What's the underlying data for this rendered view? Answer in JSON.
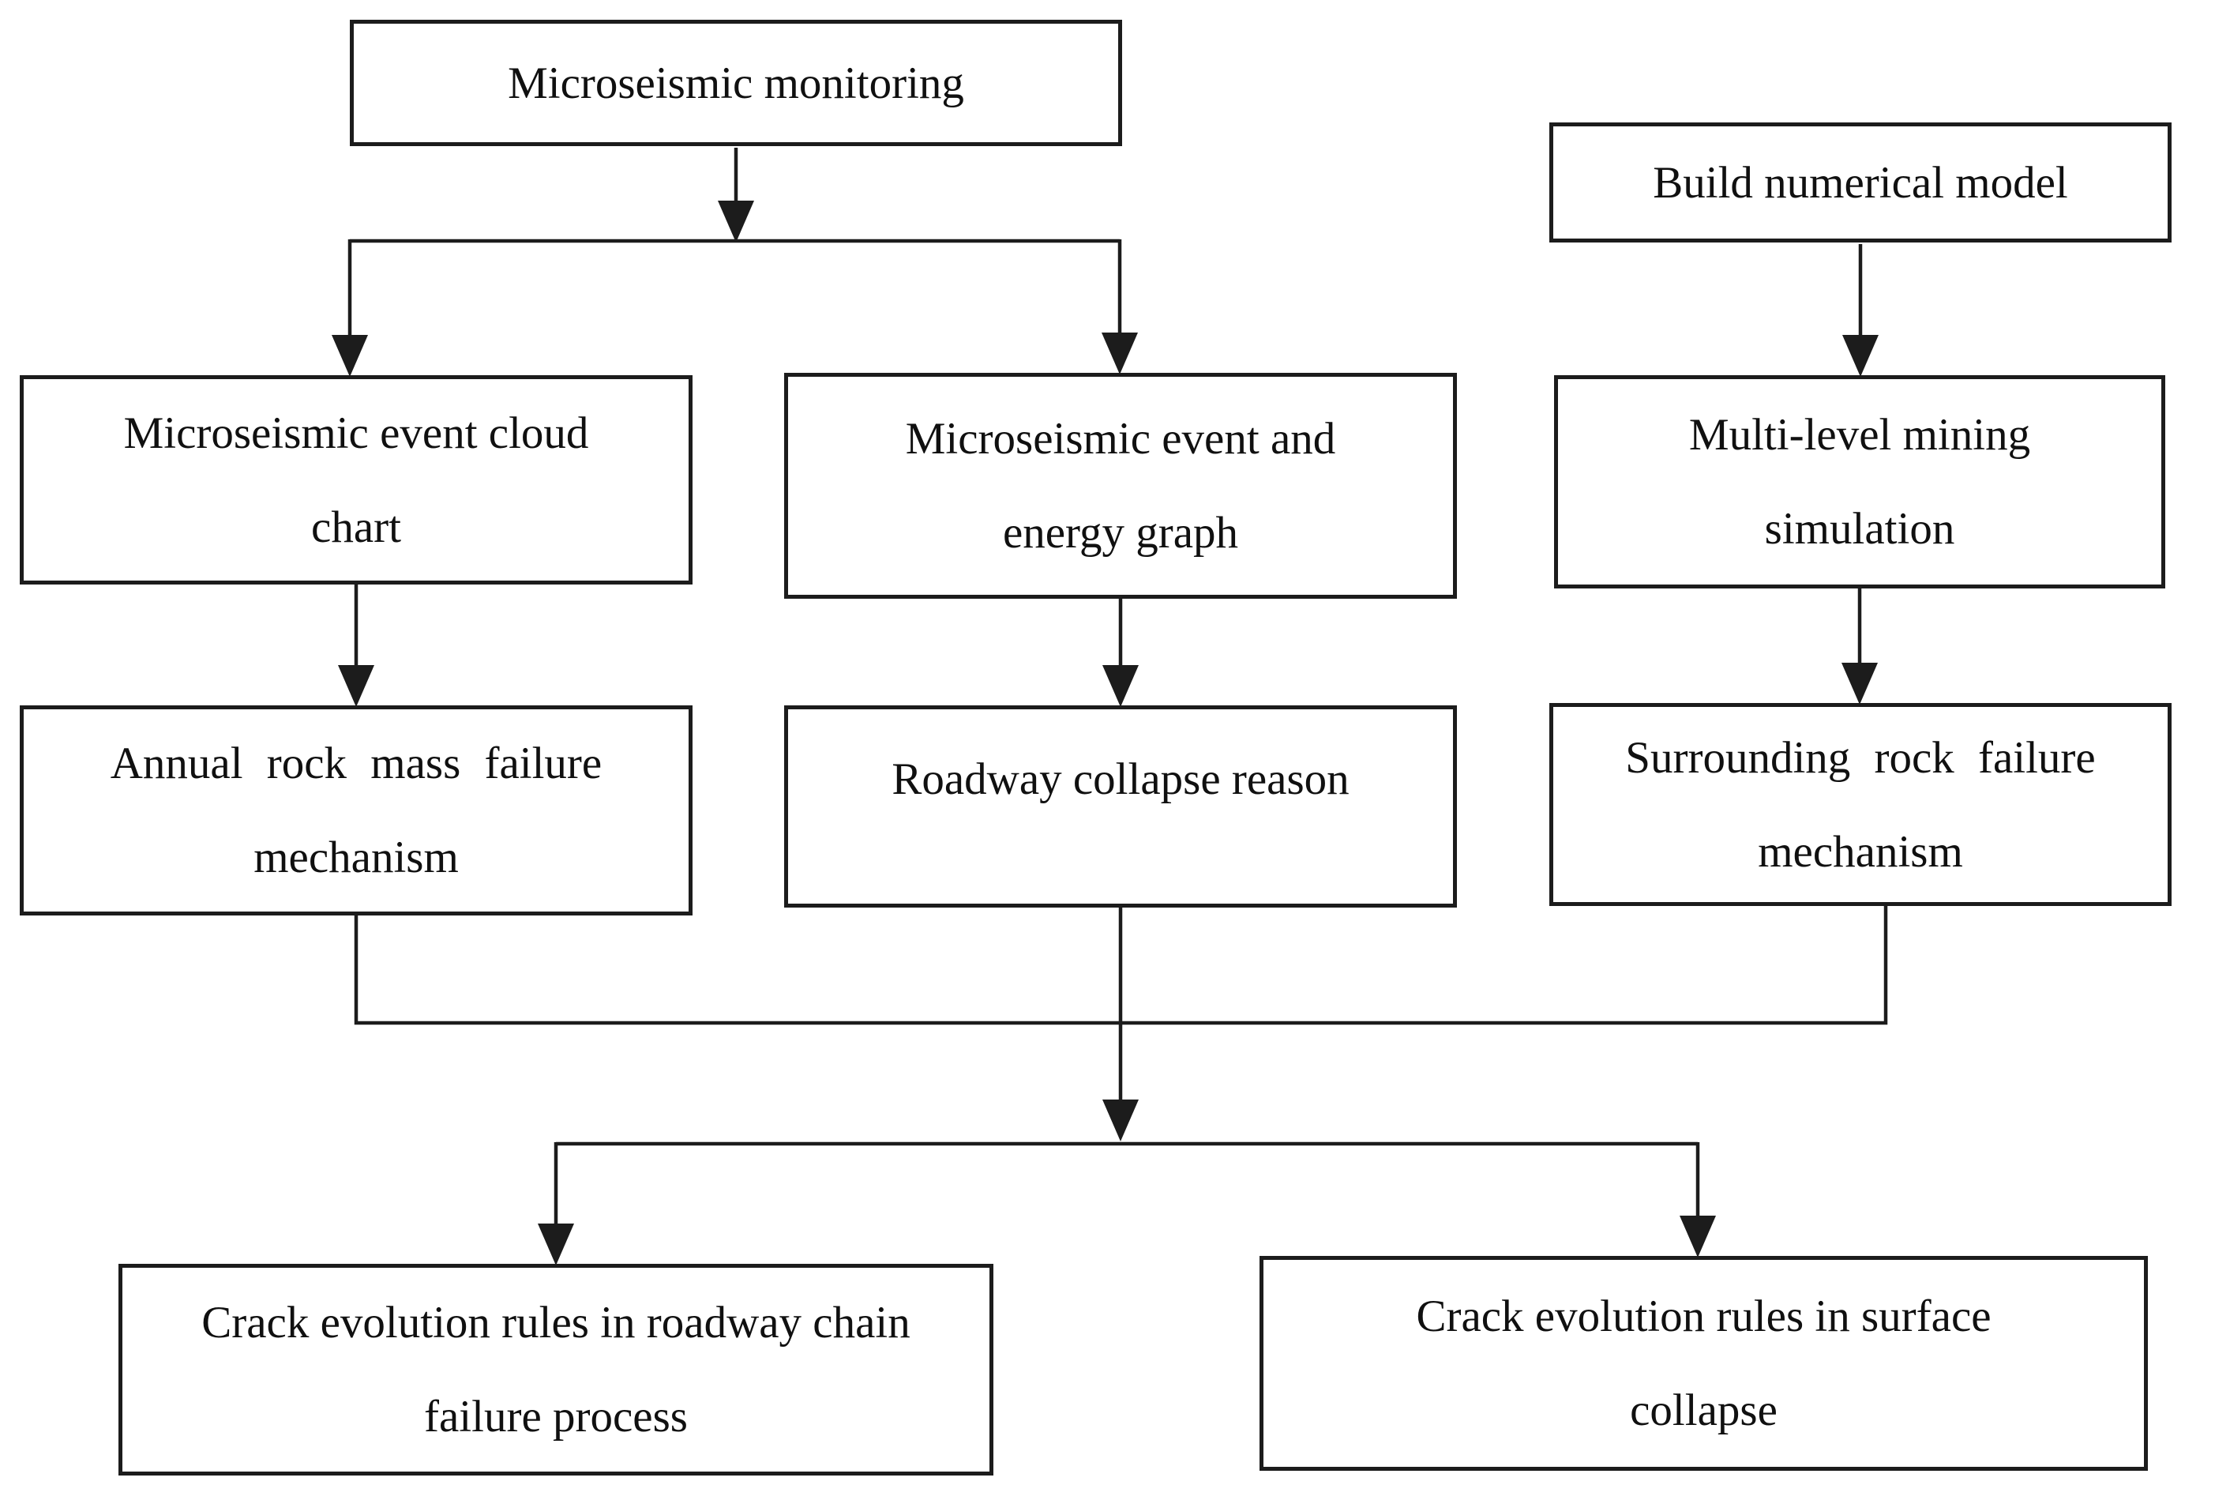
{
  "diagram": {
    "background": "#ffffff",
    "stroke_color": "#1c1c1c",
    "text_color": "#101010",
    "nodes": {
      "monitoring": {
        "lines": [
          "Microseismic monitoring"
        ]
      },
      "numerical": {
        "lines": [
          "Build numerical model"
        ]
      },
      "cloud": {
        "lines": [
          "Microseismic event cloud",
          "chart"
        ]
      },
      "energy": {
        "lines": [
          "Microseismic event and",
          "energy graph"
        ]
      },
      "simulation": {
        "lines": [
          "Multi-level mining",
          "simulation"
        ]
      },
      "annual": {
        "lines": [
          "Annual rock mass failure",
          "mechanism"
        ]
      },
      "roadway": {
        "lines": [
          "Roadway collapse reason"
        ]
      },
      "surrounding": {
        "lines": [
          "Surrounding rock failure",
          "mechanism"
        ]
      },
      "crack_roadway": {
        "lines": [
          "Crack evolution rules in roadway chain",
          "failure process"
        ]
      },
      "crack_surface": {
        "lines": [
          "Crack evolution rules in surface",
          "collapse"
        ]
      }
    },
    "edges": [
      {
        "from": "monitoring",
        "to": "cloud"
      },
      {
        "from": "monitoring",
        "to": "energy"
      },
      {
        "from": "numerical",
        "to": "simulation"
      },
      {
        "from": "cloud",
        "to": "annual"
      },
      {
        "from": "energy",
        "to": "roadway"
      },
      {
        "from": "simulation",
        "to": "surrounding"
      },
      {
        "from": "annual",
        "to": "junction"
      },
      {
        "from": "roadway",
        "to": "junction"
      },
      {
        "from": "surrounding",
        "to": "junction"
      },
      {
        "from": "junction",
        "to": "crack_roadway"
      },
      {
        "from": "junction",
        "to": "crack_surface"
      }
    ]
  }
}
